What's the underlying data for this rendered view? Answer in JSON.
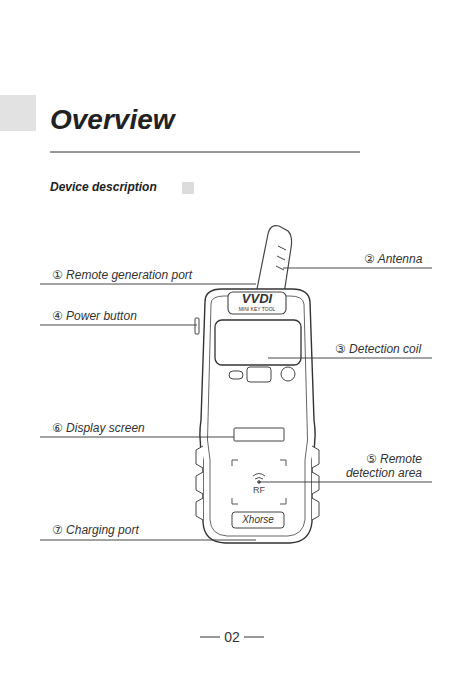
{
  "diagram": {
    "title": "Overview",
    "labels": [
      "Device description",
      "① Remote generation port",
      "② Antenna",
      "④ Power button",
      "③ Detection coil",
      "⑥ Display screen",
      "⑤ Remote detection area",
      "⑦ Charging port",
      "VVDI",
      "MINI KEY TOOL",
      "RF",
      "Xhorse",
      "02"
    ]
  }
}
